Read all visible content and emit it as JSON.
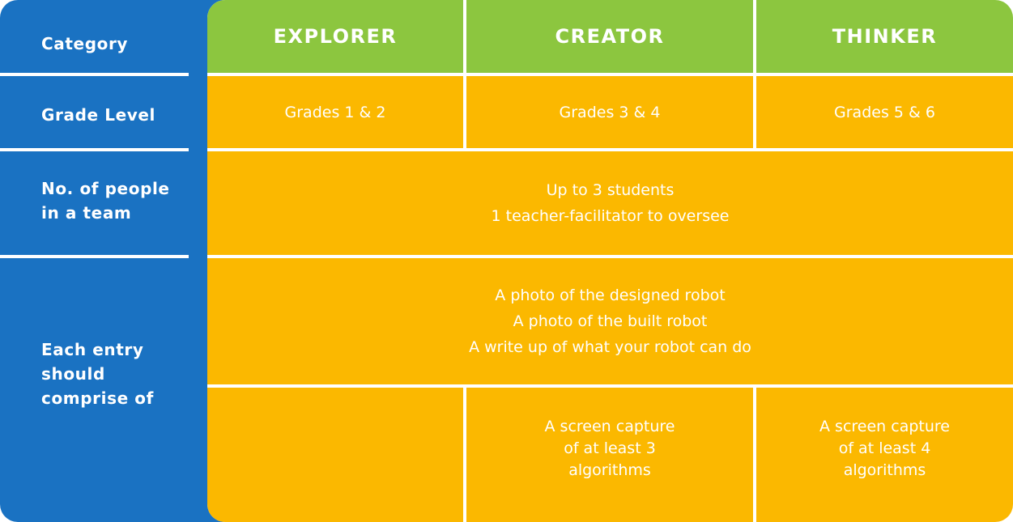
{
  "row_labels": {
    "category": "Category",
    "grade_level": "Grade Level",
    "team_size": "No. of people\nin a team",
    "entry": "Each entry\nshould\ncomprise of"
  },
  "columns": [
    {
      "header": "EXPLORER",
      "grades": "Grades 1 & 2",
      "extra": []
    },
    {
      "header": "CREATOR",
      "grades": "Grades 3 & 4",
      "extra": [
        "A screen capture",
        "of at least 3",
        "algorithms"
      ]
    },
    {
      "header": "THINKER",
      "grades": "Grades 5 & 6",
      "extra": [
        "A screen capture",
        "of at least 4",
        "algorithms"
      ]
    }
  ],
  "team": [
    "Up to 3 students",
    "1 teacher-facilitator to oversee"
  ],
  "entry_common": [
    "A photo of the designed robot",
    "A photo of the built robot",
    "A write up of what your robot can do"
  ],
  "colors": {
    "blue": "#1a72c2",
    "green": "#8cc63f",
    "yellow": "#fbb800"
  }
}
